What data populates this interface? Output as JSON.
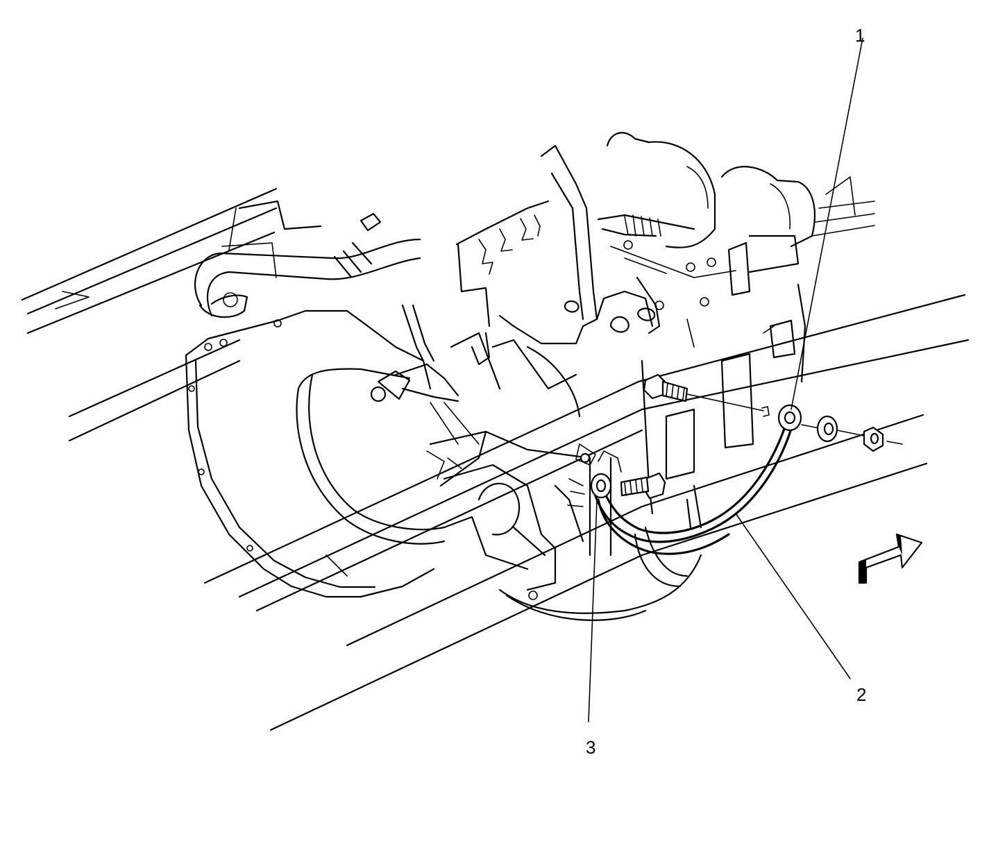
{
  "callouts": [
    {
      "id": "1",
      "label": "1"
    },
    {
      "id": "2",
      "label": "2"
    },
    {
      "id": "3",
      "label": "3"
    }
  ],
  "icons": {
    "direction_arrow": "forward-arrow-icon"
  },
  "colors": {
    "line": "#000000",
    "background": "#ffffff"
  }
}
